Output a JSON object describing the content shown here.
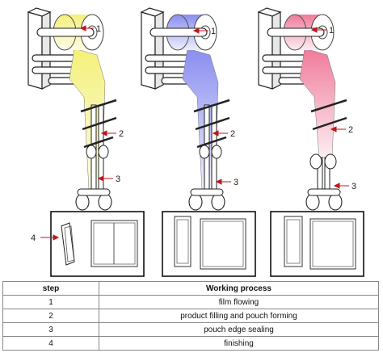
{
  "callouts": {
    "machine1": [
      "1",
      "2",
      "3"
    ],
    "machine2": [
      "1",
      "2",
      "3"
    ],
    "machine3": [
      "1",
      "2",
      "3"
    ],
    "pouch_label": "4"
  },
  "colors": {
    "film1": "#f4f07a",
    "film2": "#8a8ef0",
    "film3": "#f07a9a",
    "arrow": "#c0161b",
    "line": "#222222"
  },
  "table": {
    "headers": [
      "step",
      "Working process"
    ],
    "rows": [
      [
        "1",
        "film flowing"
      ],
      [
        "2",
        "product filling and pouch forming"
      ],
      [
        "3",
        "pouch edge sealing"
      ],
      [
        "4",
        "finishing"
      ]
    ]
  }
}
